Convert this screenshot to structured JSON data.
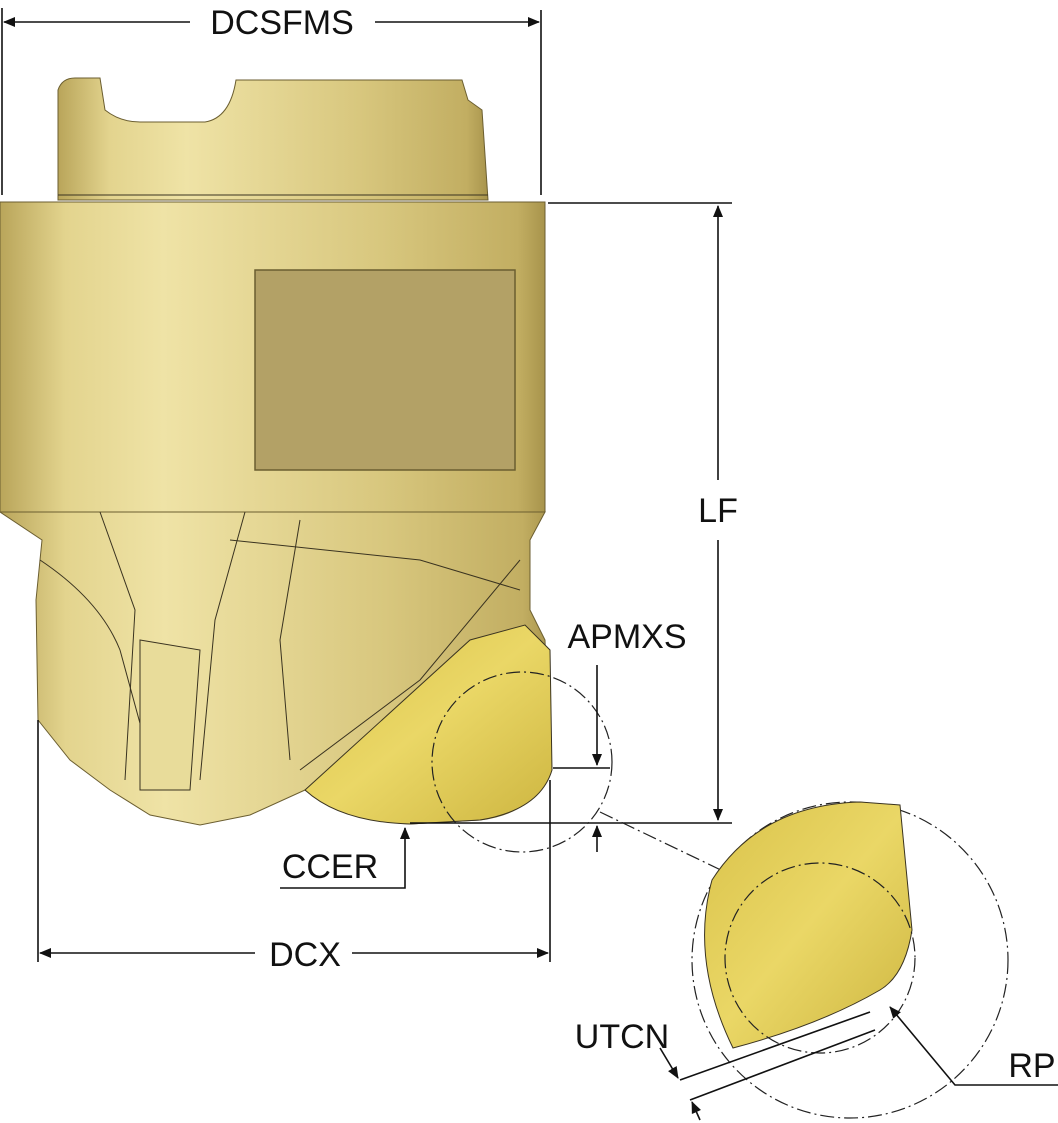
{
  "diagram": {
    "title": "Milling cutter head dimension drawing",
    "labels": {
      "dcsfms": "DCSFMS",
      "lf": "LF",
      "apmxs": "APMXS",
      "ccer": "CCER",
      "dcx": "DCX",
      "utcn": "UTCN",
      "rp": "RP"
    },
    "colors": {
      "body": "#d9c77a",
      "highlight": "#efe4a8",
      "shadow": "#a8944c",
      "insert": "#e3cf55",
      "flat": "#b3a166"
    }
  }
}
